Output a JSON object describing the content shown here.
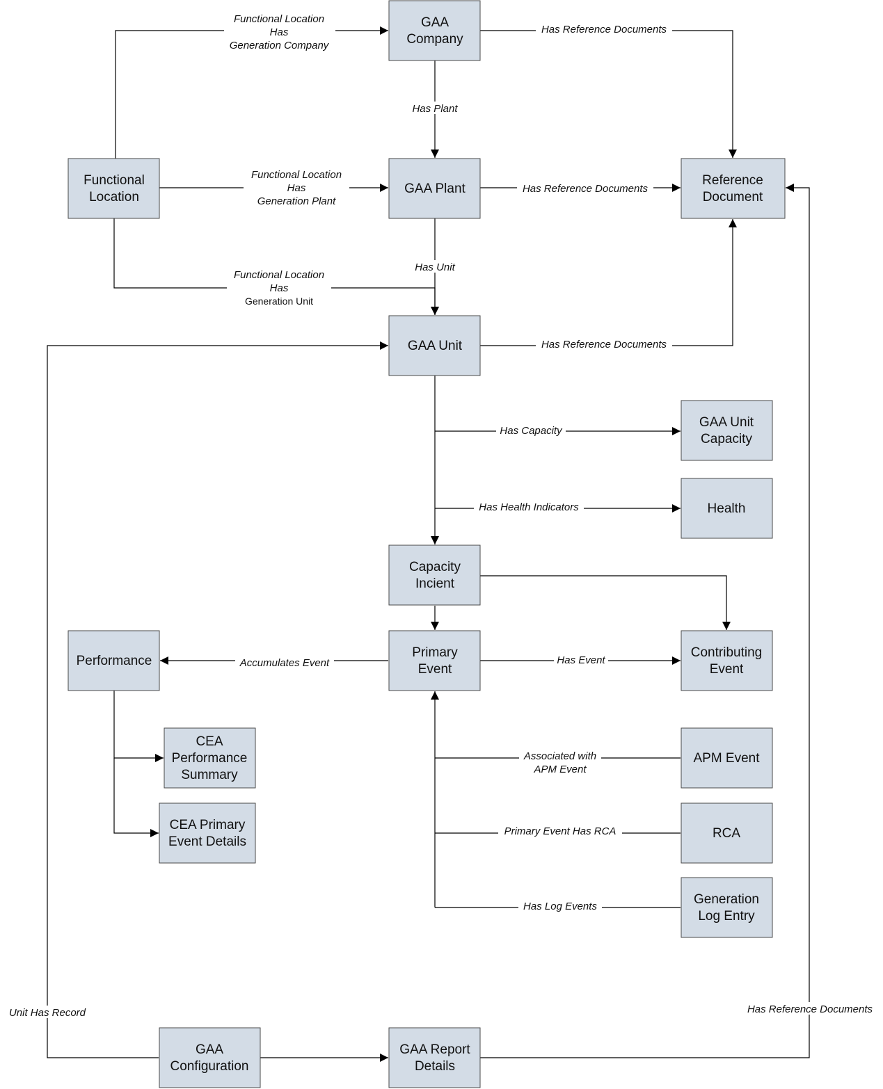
{
  "nodes": {
    "gaa_company": [
      "GAA",
      "Company"
    ],
    "gaa_plant": [
      "GAA Plant"
    ],
    "functional_location": [
      "Functional",
      "Location"
    ],
    "reference_document": [
      "Reference",
      "Document"
    ],
    "gaa_unit": [
      "GAA Unit"
    ],
    "gaa_unit_capacity": [
      "GAA Unit",
      "Capacity"
    ],
    "health": [
      "Health"
    ],
    "capacity_incient": [
      "Capacity",
      "Incient"
    ],
    "performance": [
      "Performance"
    ],
    "primary_event": [
      "Primary",
      "Event"
    ],
    "contributing_event": [
      "Contributing",
      "Event"
    ],
    "cea_performance_summary": [
      "CEA",
      "Performance",
      "Summary"
    ],
    "apm_event": [
      "APM Event"
    ],
    "cea_primary_event_details": [
      "CEA Primary",
      "Event Details"
    ],
    "rca": [
      "RCA"
    ],
    "generation_log_entry": [
      "Generation",
      "Log Entry"
    ],
    "gaa_configuration": [
      "GAA",
      "Configuration"
    ],
    "gaa_report_details": [
      "GAA Report",
      "Details"
    ]
  },
  "edges": {
    "fl_has_company": [
      "Functional Location",
      "Has",
      "Generation Company"
    ],
    "company_ref_docs": [
      "Has Reference Documents"
    ],
    "has_plant": [
      "Has Plant"
    ],
    "fl_has_plant": [
      "Functional Location",
      "Has",
      "Generation Plant"
    ],
    "plant_ref_docs": [
      "Has Reference Documents"
    ],
    "has_unit": [
      "Has Unit"
    ],
    "fl_has_unit": [
      "Functional Location",
      "Has",
      "Generation Unit"
    ],
    "unit_ref_docs": [
      "Has Reference Documents"
    ],
    "has_capacity": [
      "Has Capacity"
    ],
    "has_health_indicators": [
      "Has Health Indicators"
    ],
    "accumulates_event": [
      "Accumulates Event"
    ],
    "has_event": [
      "Has Event"
    ],
    "associated_apm": [
      "Associated with",
      "APM Event"
    ],
    "primary_event_rca": [
      "Primary Event Has RCA"
    ],
    "has_log_events": [
      "Has Log Events"
    ],
    "unit_has_record": [
      "Unit Has Record"
    ],
    "report_ref_docs": [
      "Has Reference Documents"
    ]
  }
}
